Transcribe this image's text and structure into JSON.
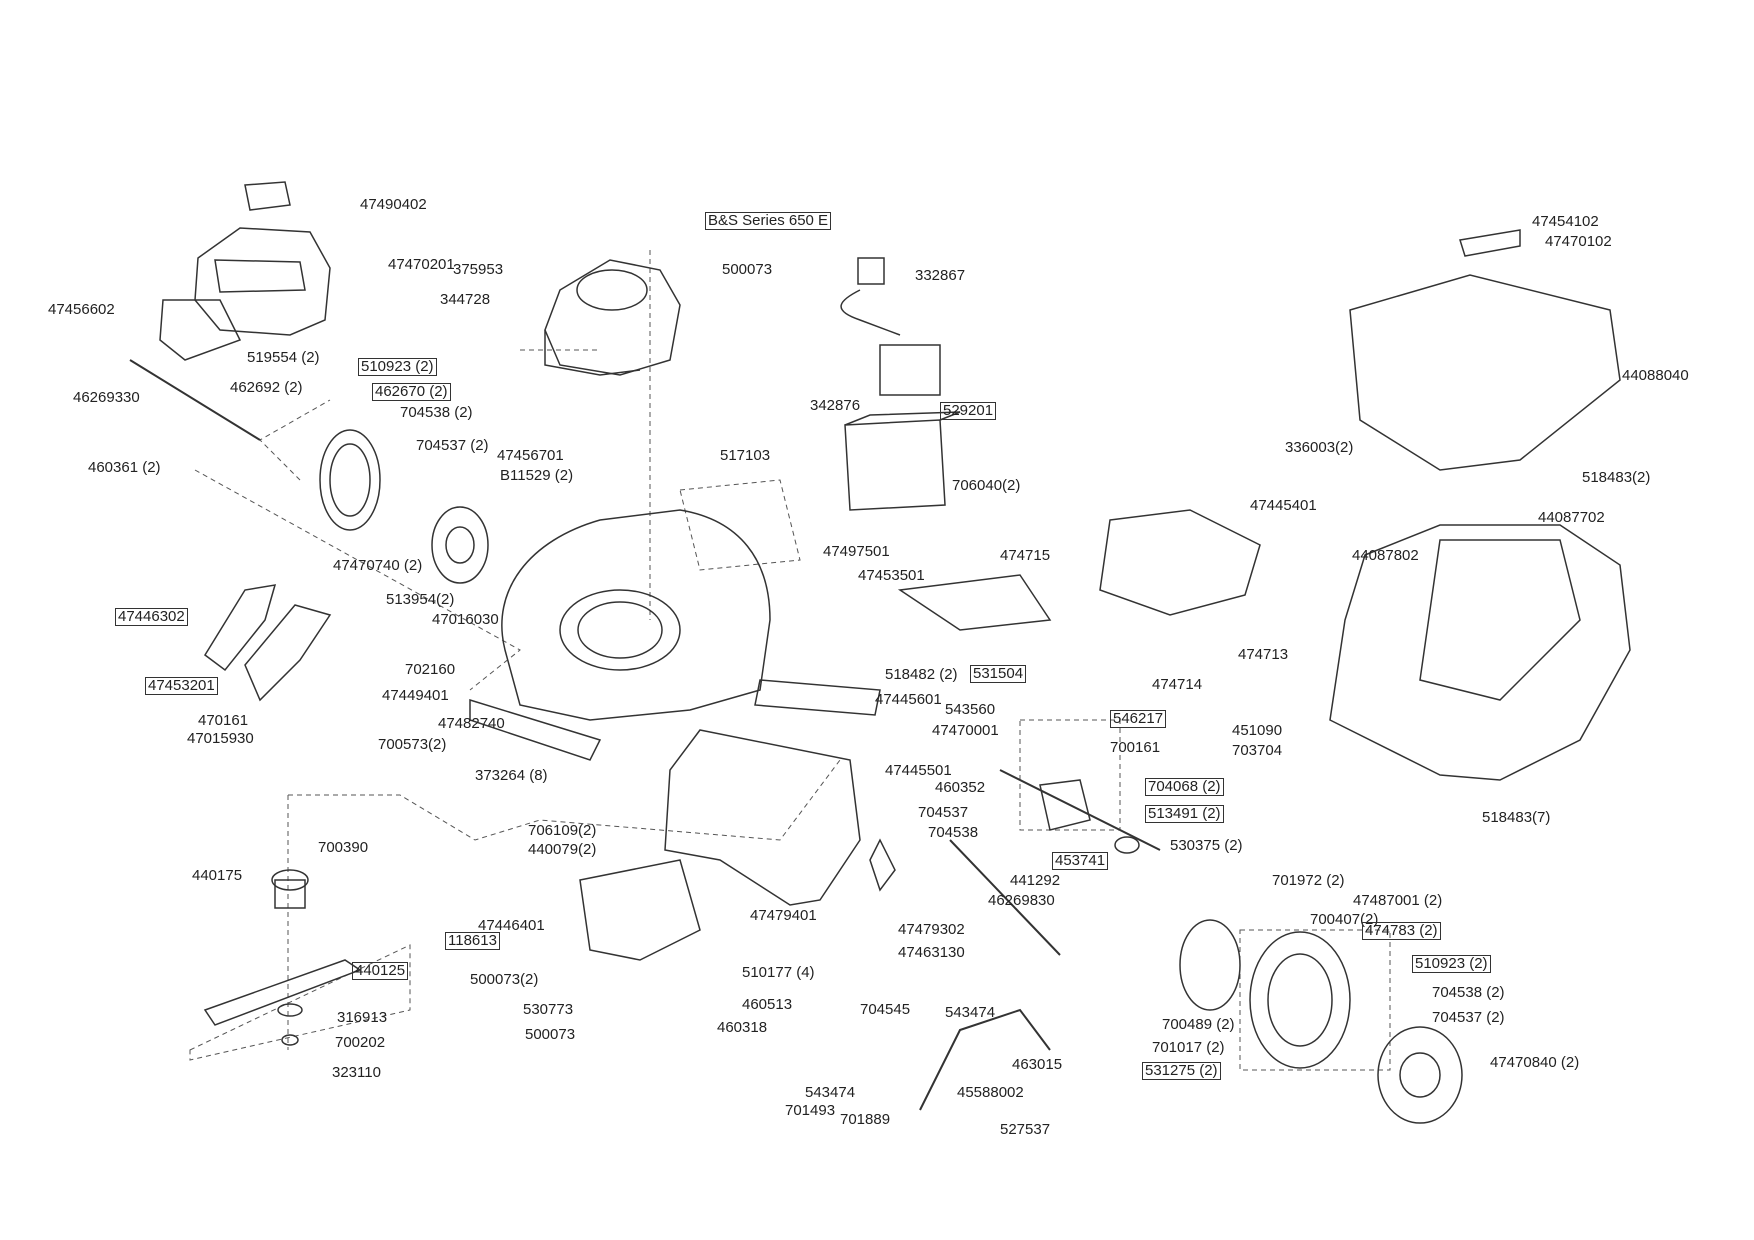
{
  "labels": [
    "47490402",
    "47470201",
    "47456602",
    "519554 (2)",
    "462692 (2)",
    "46269330",
    "460361 (2)",
    "375953",
    "344728",
    "B&S Series 650 E",
    "500073",
    "510923 (2)",
    "462670 (2)",
    "704538 (2)",
    "704537 (2)",
    "47470740 (2)",
    "47456701",
    "B11529 (2)",
    "517103",
    "47497501",
    "332867",
    "342876",
    "529201",
    "706040(2)",
    "47454102",
    "47470102",
    "44088040",
    "336003(2)",
    "518483(2)",
    "47445401",
    "474715",
    "47453501",
    "44087802",
    "44087702",
    "47446302",
    "513954(2)",
    "47016030",
    "702160",
    "47453201",
    "47449401",
    "470161",
    "47015930",
    "47482740",
    "700573(2)",
    "373264 (8)",
    "518482 (2)",
    "531504",
    "474713",
    "474714",
    "47445601",
    "543560",
    "47470001",
    "546217",
    "451090",
    "700161",
    "703704",
    "47445501",
    "460352",
    "704068 (2)",
    "513491 (2)",
    "518483(7)",
    "706109(2)",
    "440079(2)",
    "704537",
    "704538",
    "453741",
    "530375 (2)",
    "700390",
    "440175",
    "441292",
    "46269830",
    "701972 (2)",
    "47487001 (2)",
    "700407(2)",
    "474783 (2)",
    "47446401",
    "47479401",
    "47479302",
    "118613",
    "440125",
    "47463130",
    "510923 (2)",
    "500073(2)",
    "510177 (4)",
    "704538 (2)",
    "704537 (2)",
    "530773",
    "460513",
    "704545",
    "543474",
    "700489 (2)",
    "316913",
    "500073",
    "460318",
    "701017 (2)",
    "47470840 (2)",
    "700202",
    "463015",
    "531275 (2)",
    "323110",
    "543474",
    "45588002",
    "701493",
    "701889",
    "527537"
  ]
}
